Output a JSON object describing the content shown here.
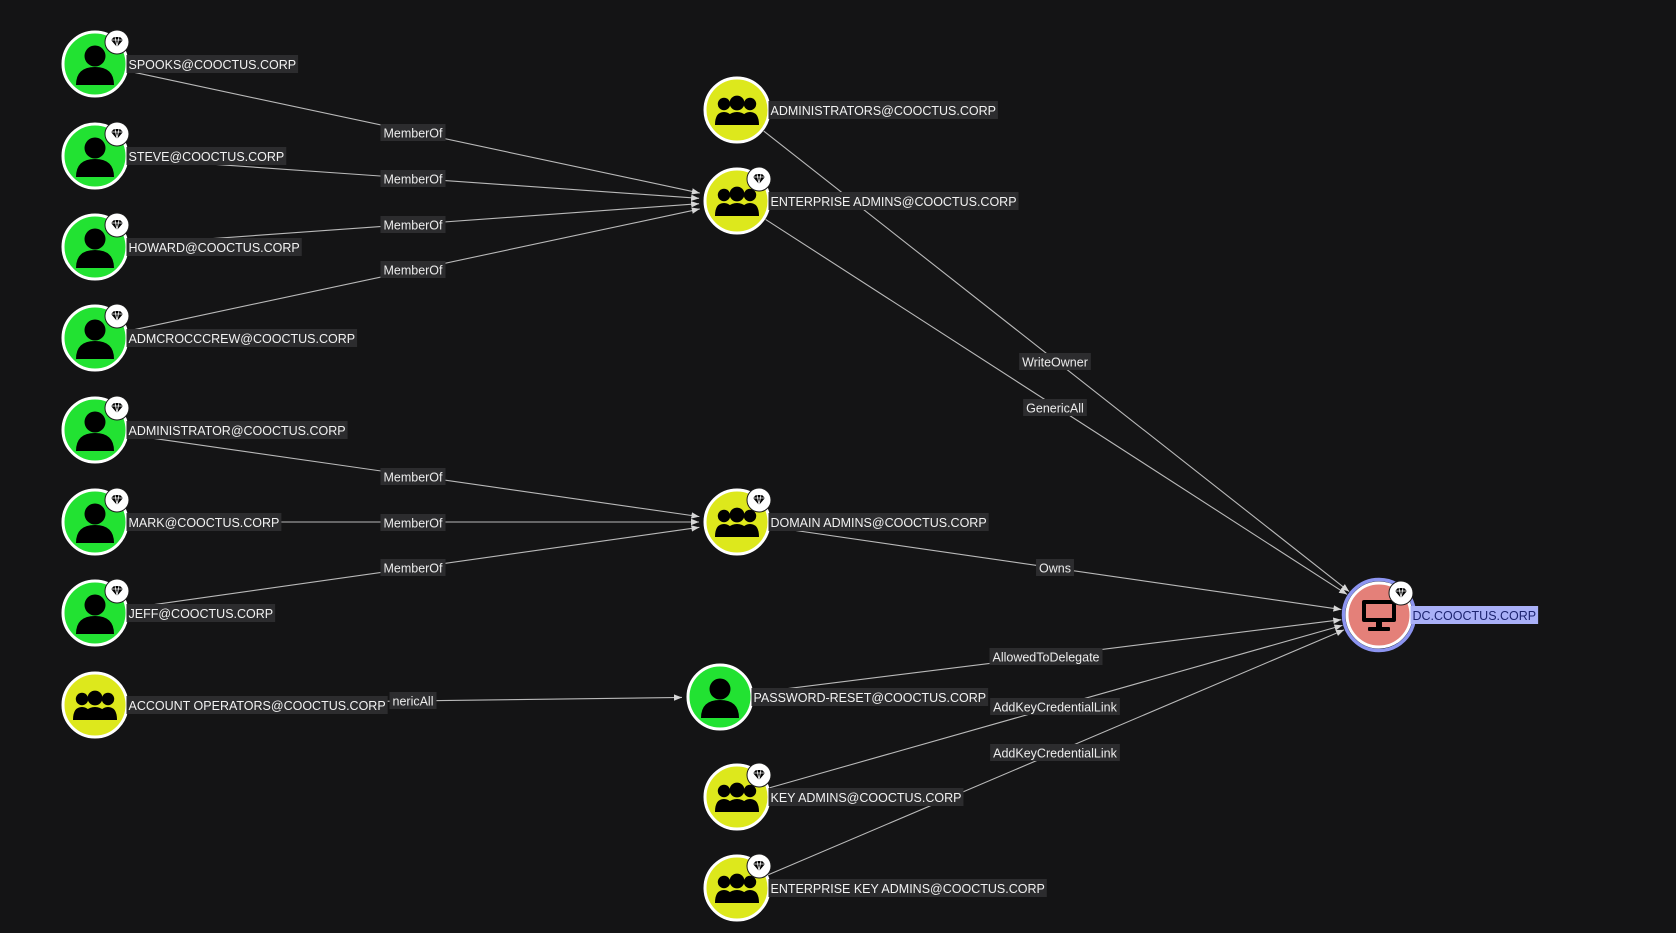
{
  "colors": {
    "user": "#22e232",
    "group": "#dde81c",
    "computer": "#e48079",
    "ring": "#ffffff",
    "selected_ring": "#8c94f0",
    "edge": "#b9b9b9",
    "selected_label_bg": "#a9b0f7"
  },
  "graph": {
    "nodes": [
      {
        "id": "spooks",
        "type": "user",
        "label": "SPOOKS@COOCTUS.CORP",
        "highvalue": true
      },
      {
        "id": "steve",
        "type": "user",
        "label": "STEVE@COOCTUS.CORP",
        "highvalue": true
      },
      {
        "id": "howard",
        "type": "user",
        "label": "HOWARD@COOCTUS.CORP",
        "highvalue": true
      },
      {
        "id": "admcrocc",
        "type": "user",
        "label": "ADMCROCCCREW@COOCTUS.CORP",
        "highvalue": true
      },
      {
        "id": "administrator",
        "type": "user",
        "label": "ADMINISTRATOR@COOCTUS.CORP",
        "highvalue": true
      },
      {
        "id": "mark",
        "type": "user",
        "label": "MARK@COOCTUS.CORP",
        "highvalue": true
      },
      {
        "id": "jeff",
        "type": "user",
        "label": "JEFF@COOCTUS.CORP",
        "highvalue": true
      },
      {
        "id": "accountops",
        "type": "group",
        "label": "ACCOUNT OPERATORS@COOCTUS.CORP",
        "highvalue": false
      },
      {
        "id": "administrators",
        "type": "group",
        "label": "ADMINISTRATORS@COOCTUS.CORP",
        "highvalue": false
      },
      {
        "id": "enterpriseadmins",
        "type": "group",
        "label": "ENTERPRISE ADMINS@COOCTUS.CORP",
        "highvalue": true
      },
      {
        "id": "domainadmins",
        "type": "group",
        "label": "DOMAIN ADMINS@COOCTUS.CORP",
        "highvalue": true
      },
      {
        "id": "passwordreset",
        "type": "user",
        "label": "PASSWORD-RESET@COOCTUS.CORP",
        "highvalue": false
      },
      {
        "id": "keyadmins",
        "type": "group",
        "label": "KEY ADMINS@COOCTUS.CORP",
        "highvalue": true
      },
      {
        "id": "enterprisekeyadmins",
        "type": "group",
        "label": "ENTERPRISE KEY ADMINS@COOCTUS.CORP",
        "highvalue": true
      },
      {
        "id": "dc",
        "type": "computer",
        "label": "DC.COOCTUS.CORP",
        "highvalue": true,
        "selected": true
      }
    ],
    "edges": [
      {
        "from": "spooks",
        "to": "enterpriseadmins",
        "label": "MemberOf"
      },
      {
        "from": "steve",
        "to": "enterpriseadmins",
        "label": "MemberOf"
      },
      {
        "from": "howard",
        "to": "enterpriseadmins",
        "label": "MemberOf"
      },
      {
        "from": "admcrocc",
        "to": "enterpriseadmins",
        "label": "MemberOf"
      },
      {
        "from": "administrator",
        "to": "domainadmins",
        "label": "MemberOf"
      },
      {
        "from": "mark",
        "to": "domainadmins",
        "label": "MemberOf"
      },
      {
        "from": "jeff",
        "to": "domainadmins",
        "label": "MemberOf"
      },
      {
        "from": "accountops",
        "to": "passwordreset",
        "label": "nericAll"
      },
      {
        "from": "administrators",
        "to": "dc",
        "label": "WriteOwner"
      },
      {
        "from": "enterpriseadmins",
        "to": "dc",
        "label": "GenericAll"
      },
      {
        "from": "domainadmins",
        "to": "dc",
        "label": "Owns"
      },
      {
        "from": "passwordreset",
        "to": "dc",
        "label": "AllowedToDelegate"
      },
      {
        "from": "keyadmins",
        "to": "dc",
        "label": "AddKeyCredentialLink"
      },
      {
        "from": "enterprisekeyadmins",
        "to": "dc",
        "label": "AddKeyCredentialLink"
      }
    ]
  }
}
